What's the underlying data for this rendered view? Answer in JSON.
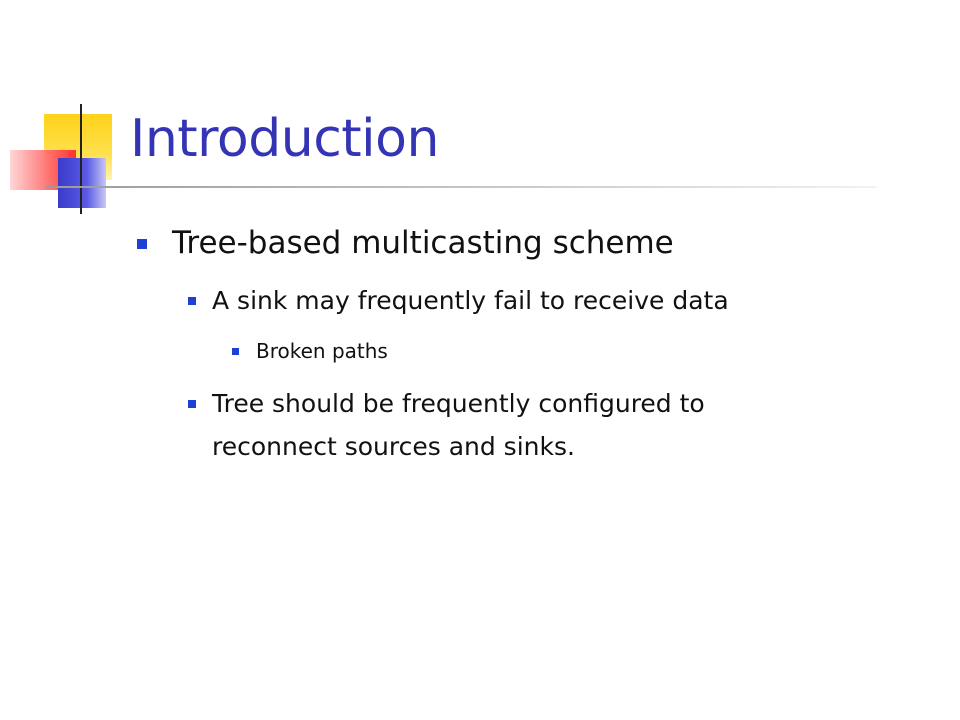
{
  "slide": {
    "title": "Introduction",
    "bullets": [
      {
        "level": 1,
        "text": "Tree-based multicasting scheme"
      },
      {
        "level": 2,
        "text": "A sink may frequently fail to receive data"
      },
      {
        "level": 3,
        "text": "Broken paths"
      },
      {
        "level": 2,
        "text": "Tree should be frequently configured to"
      },
      {
        "level": 2,
        "text": "reconnect sources and sinks.",
        "continuation": true
      }
    ],
    "colors": {
      "title": "#3434b4",
      "bullet": "#1f3fd6",
      "text": "#111111"
    }
  }
}
